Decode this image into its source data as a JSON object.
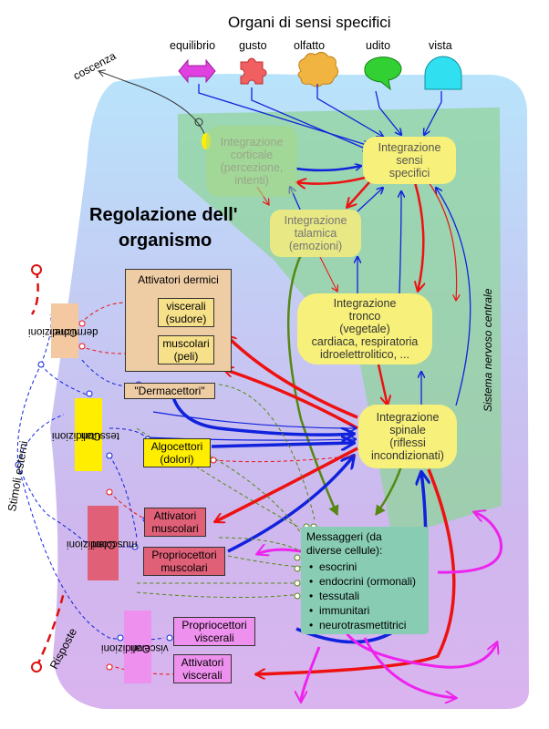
{
  "title": "Organi di sensi specifici",
  "senses": [
    "equilibrio",
    "gusto",
    "olfatto",
    "udito",
    "vista"
  ],
  "colors": {
    "equilibrio": "#e040e0",
    "gusto": "#f06060",
    "olfatto": "#f0b040",
    "udito": "#30d030",
    "vista": "#30e0f0",
    "yellow": "#f7f07a",
    "red": "#ee1111",
    "blue": "#1122dd",
    "green": "#558811",
    "magenta": "#ee22ee"
  },
  "coscenza": "coscenza",
  "main_title_line1": "Regolazione dell'",
  "main_title_line2": "organismo",
  "snc_label": "Sistema nervoso centrale",
  "nodes": {
    "cortical": [
      "Integrazione",
      "corticale",
      "(percezione,",
      "intenti)"
    ],
    "sensi": [
      "Integrazione",
      "sensi",
      "specifici"
    ],
    "talamica": [
      "Integrazione",
      "talamica",
      "(emozioni)"
    ],
    "tronco": [
      "Integrazione",
      "tronco",
      "(vegetale)",
      "cardiaca, respiratoria",
      "idroelettrolitico, ..."
    ],
    "spinale": [
      "Integrazione",
      "spinale",
      "(riflessi",
      "incondizionati)"
    ]
  },
  "attivatori_dermici": "Attivatori dermici",
  "viscerali_sudore": [
    "viscerali",
    "(sudore)"
  ],
  "muscolari_peli": [
    "muscolari",
    "(peli)"
  ],
  "dermacettori": "\"Dermacettori\"",
  "algocettori": [
    "Algocettori",
    "(dolori)"
  ],
  "attivatori_muscolari": [
    "Attivatori",
    "muscolari"
  ],
  "propriocettori_muscolari": [
    "Propriocettori",
    "muscolari"
  ],
  "propriocettori_viscerali": [
    "Propriocettori",
    "viscerali"
  ],
  "attivatori_viscerali": [
    "Attivatori",
    "viscerali"
  ],
  "conditions": {
    "dermiche": [
      "Condizioni",
      "dermiche"
    ],
    "tessutali": [
      "Condizioni",
      "tessutali"
    ],
    "muscolari": [
      "Condizioni",
      "muscolari"
    ],
    "viscerali": [
      "Condizioni",
      "viscerali"
    ]
  },
  "stimoli": "Stimoli esterni",
  "risposte": "Risposte",
  "messaggeri": {
    "title": [
      "Messaggeri (da",
      "diverse cellule):"
    ],
    "items": [
      "esocrini",
      "endocrini (ormonali)",
      "tessutali",
      "immunitari",
      "neurotrasmettitrici"
    ]
  }
}
